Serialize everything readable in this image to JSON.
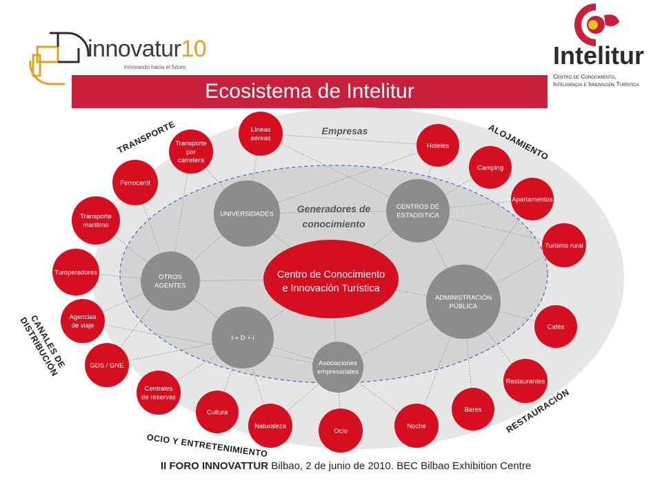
{
  "header": {
    "title": "Ecosistema de Intelitur",
    "logo_left": {
      "name": "innovatur",
      "number": "10",
      "tagline": "innovando hacia el futuro"
    },
    "logo_right": {
      "name": "Intelitur",
      "subtitle_line1": "Centro de Conocimiento,",
      "subtitle_line2": "Inteligencia e Innovación Turística"
    }
  },
  "zones": {
    "outer_label": "Empresas",
    "inner_label_line1": "Generadores de",
    "inner_label_line2": "conocimiento"
  },
  "center": {
    "line1": "Centro de Conocimiento",
    "line2": "e Innovación Turística"
  },
  "generators": [
    {
      "id": "universidades",
      "lines": [
        "UNIVERSIDADES"
      ]
    },
    {
      "id": "centros-estadistica",
      "lines": [
        "CENTROS DE",
        "ESTADÍSTICA"
      ]
    },
    {
      "id": "otros-agentes",
      "lines": [
        "OTROS",
        "AGENTES"
      ]
    },
    {
      "id": "administracion",
      "lines": [
        "ADMINISTRACIÓN",
        "PÚBLICA"
      ]
    },
    {
      "id": "idi",
      "lines": [
        "I + D + i"
      ]
    },
    {
      "id": "asociaciones",
      "lines": [
        "Asociaciones",
        "empresariales"
      ]
    }
  ],
  "companies": [
    {
      "id": "lineas-aereas",
      "lines": [
        "Líneas",
        "aéreas"
      ]
    },
    {
      "id": "transporte-carretera",
      "lines": [
        "Transporte",
        "por",
        "carretera"
      ]
    },
    {
      "id": "ferrocarril",
      "lines": [
        "Ferrocarril"
      ]
    },
    {
      "id": "transporte-maritimo",
      "lines": [
        "Transporte",
        "marítimo"
      ]
    },
    {
      "id": "turoperadores",
      "lines": [
        "Turoperadores"
      ]
    },
    {
      "id": "agencias-viaje",
      "lines": [
        "Agencias",
        "de viaje"
      ]
    },
    {
      "id": "gds-gne",
      "lines": [
        "GDS / GNE"
      ]
    },
    {
      "id": "centrales-reservas",
      "lines": [
        "Centrales",
        "de reservas"
      ]
    },
    {
      "id": "cultura",
      "lines": [
        "Cultura"
      ]
    },
    {
      "id": "naturaleza",
      "lines": [
        "Naturaleza"
      ]
    },
    {
      "id": "ocio",
      "lines": [
        "Ocio"
      ]
    },
    {
      "id": "noche",
      "lines": [
        "Noche"
      ]
    },
    {
      "id": "bares",
      "lines": [
        "Bares"
      ]
    },
    {
      "id": "restaurantes",
      "lines": [
        "Restaurantes"
      ]
    },
    {
      "id": "cafes",
      "lines": [
        "Cafés"
      ]
    },
    {
      "id": "turismo-rural",
      "lines": [
        "Turismo rural"
      ]
    },
    {
      "id": "apartamentos",
      "lines": [
        "Apartamentos"
      ]
    },
    {
      "id": "camping",
      "lines": [
        "Camping"
      ]
    },
    {
      "id": "hoteles",
      "lines": [
        "Hoteles"
      ]
    }
  ],
  "categories": [
    {
      "id": "transporte",
      "lines": [
        "TRANSPORTE"
      ]
    },
    {
      "id": "alojamiento",
      "lines": [
        "ALOJAMIENTO"
      ]
    },
    {
      "id": "canales",
      "lines": [
        "CANALES DE",
        "DISTRIBUCIÓN"
      ]
    },
    {
      "id": "restauracion",
      "lines": [
        "RESTAURACIÓN"
      ]
    },
    {
      "id": "ocio",
      "lines": [
        "OCIO Y ENTRETENIMIENTO"
      ]
    }
  ],
  "footer": {
    "bold": "II FORO INNOVATTUR",
    "rest": " Bilbao, 2 de junio de 2010. BEC Bilbao Exhibition Centre"
  },
  "colors": {
    "red": "#c8203a",
    "circle_red": "#d50f1f",
    "gray": "#8c8c8c",
    "ellipse_outer": "#e6e6e6",
    "ellipse_inner": "#d3d3d3",
    "dash": "#3d6fb6",
    "gold": "#e1a21c"
  }
}
